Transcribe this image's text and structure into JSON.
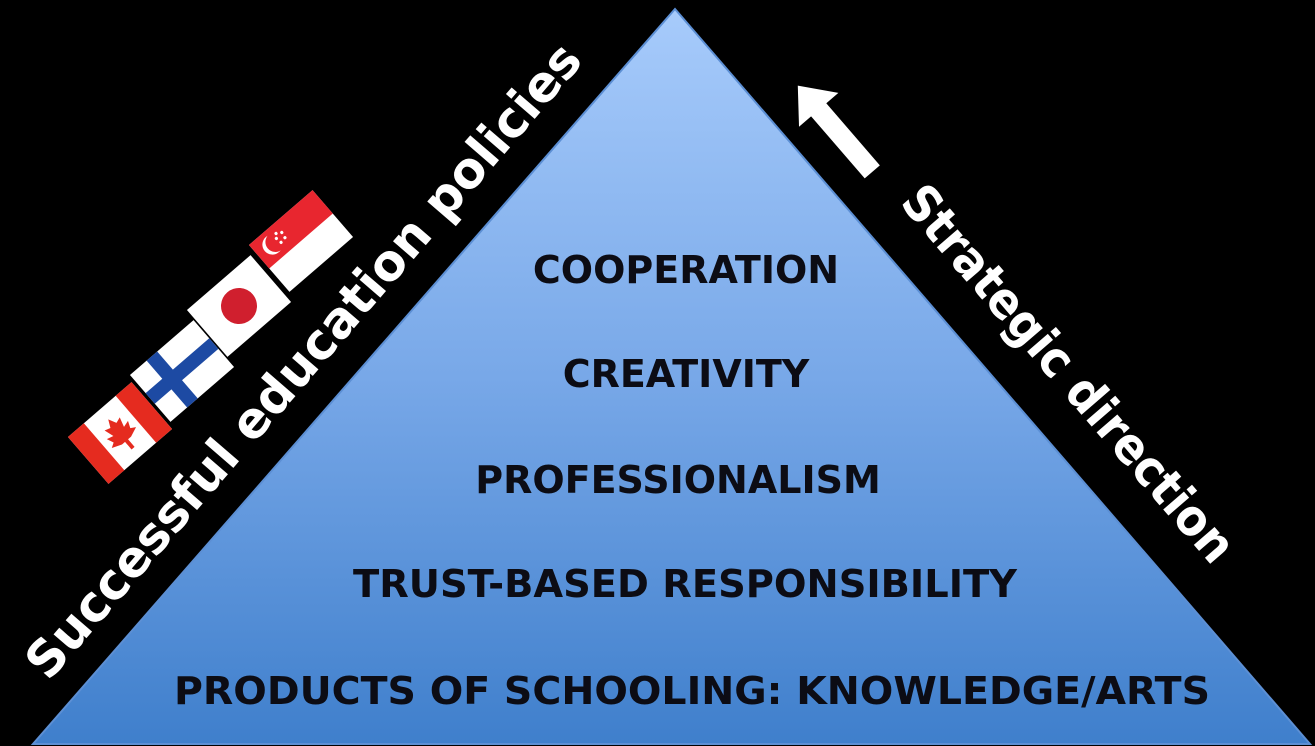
{
  "diagram": {
    "levels": [
      "COOPERATION",
      "CREATIVITY",
      "PROFESSIONALISM",
      "TRUST-BASED RESPONSIBILITY",
      "PRODUCTS OF SCHOOLING: KNOWLEDGE/ARTS"
    ],
    "left_label": "Successful education policies",
    "right_label": "Strategic direction",
    "flags": [
      "canada-flag",
      "finland-flag",
      "japan-flag",
      "singapore-flag"
    ],
    "colors": {
      "background": "#000000",
      "pyramid_top": "#a7cbfb",
      "pyramid_bottom": "#3f7fcc",
      "text": "#0c0c14",
      "side_text": "#ffffff"
    }
  }
}
